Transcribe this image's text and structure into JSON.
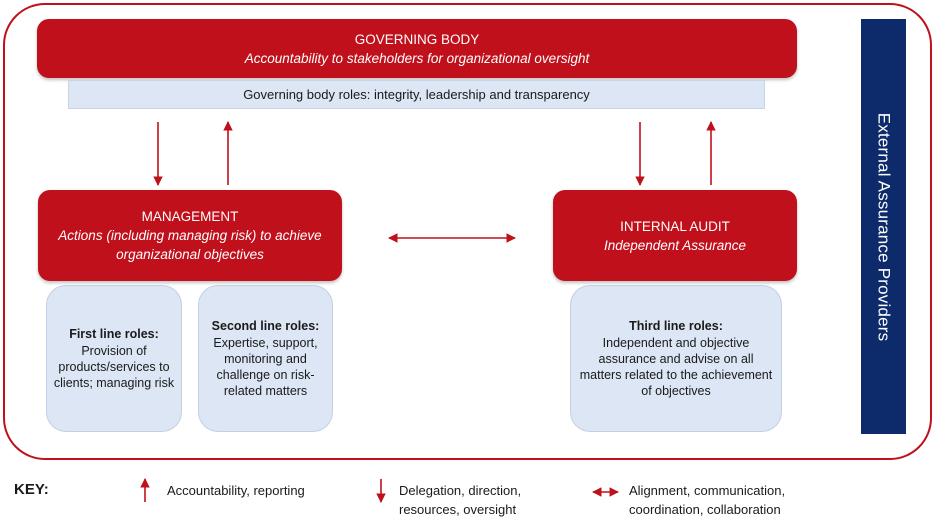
{
  "governing_body": {
    "title": "GOVERNING BODY",
    "subtitle": "Accountability to stakeholders for organizational oversight",
    "roles": "Governing body roles: integrity, leadership and transparency"
  },
  "management": {
    "title": "MANAGEMENT",
    "subtitle": "Actions (including managing risk) to achieve organizational objectives"
  },
  "internal_audit": {
    "title": "INTERNAL AUDIT",
    "subtitle": "Independent Assurance"
  },
  "first_line": {
    "heading": "First line roles:",
    "text": "Provision of products/services to clients; managing risk"
  },
  "second_line": {
    "heading": "Second line roles:",
    "text": "Expertise, support, monitoring and challenge on risk-related matters"
  },
  "third_line": {
    "heading": "Third line roles:",
    "text": "Independent and objective assurance and advise on all matters related to the achievement of objectives"
  },
  "external": {
    "label": "External Assurance Providers"
  },
  "key": {
    "title": "KEY:",
    "up_arrow": "Accountability, reporting",
    "down_arrow": "Delegation, direction, resources, oversight",
    "double_arrow": "Alignment, communication, coordination, collaboration"
  },
  "colors": {
    "accent_red": "#c0101b",
    "role_blue": "#dce6f4",
    "navy": "#0d2a6b"
  }
}
